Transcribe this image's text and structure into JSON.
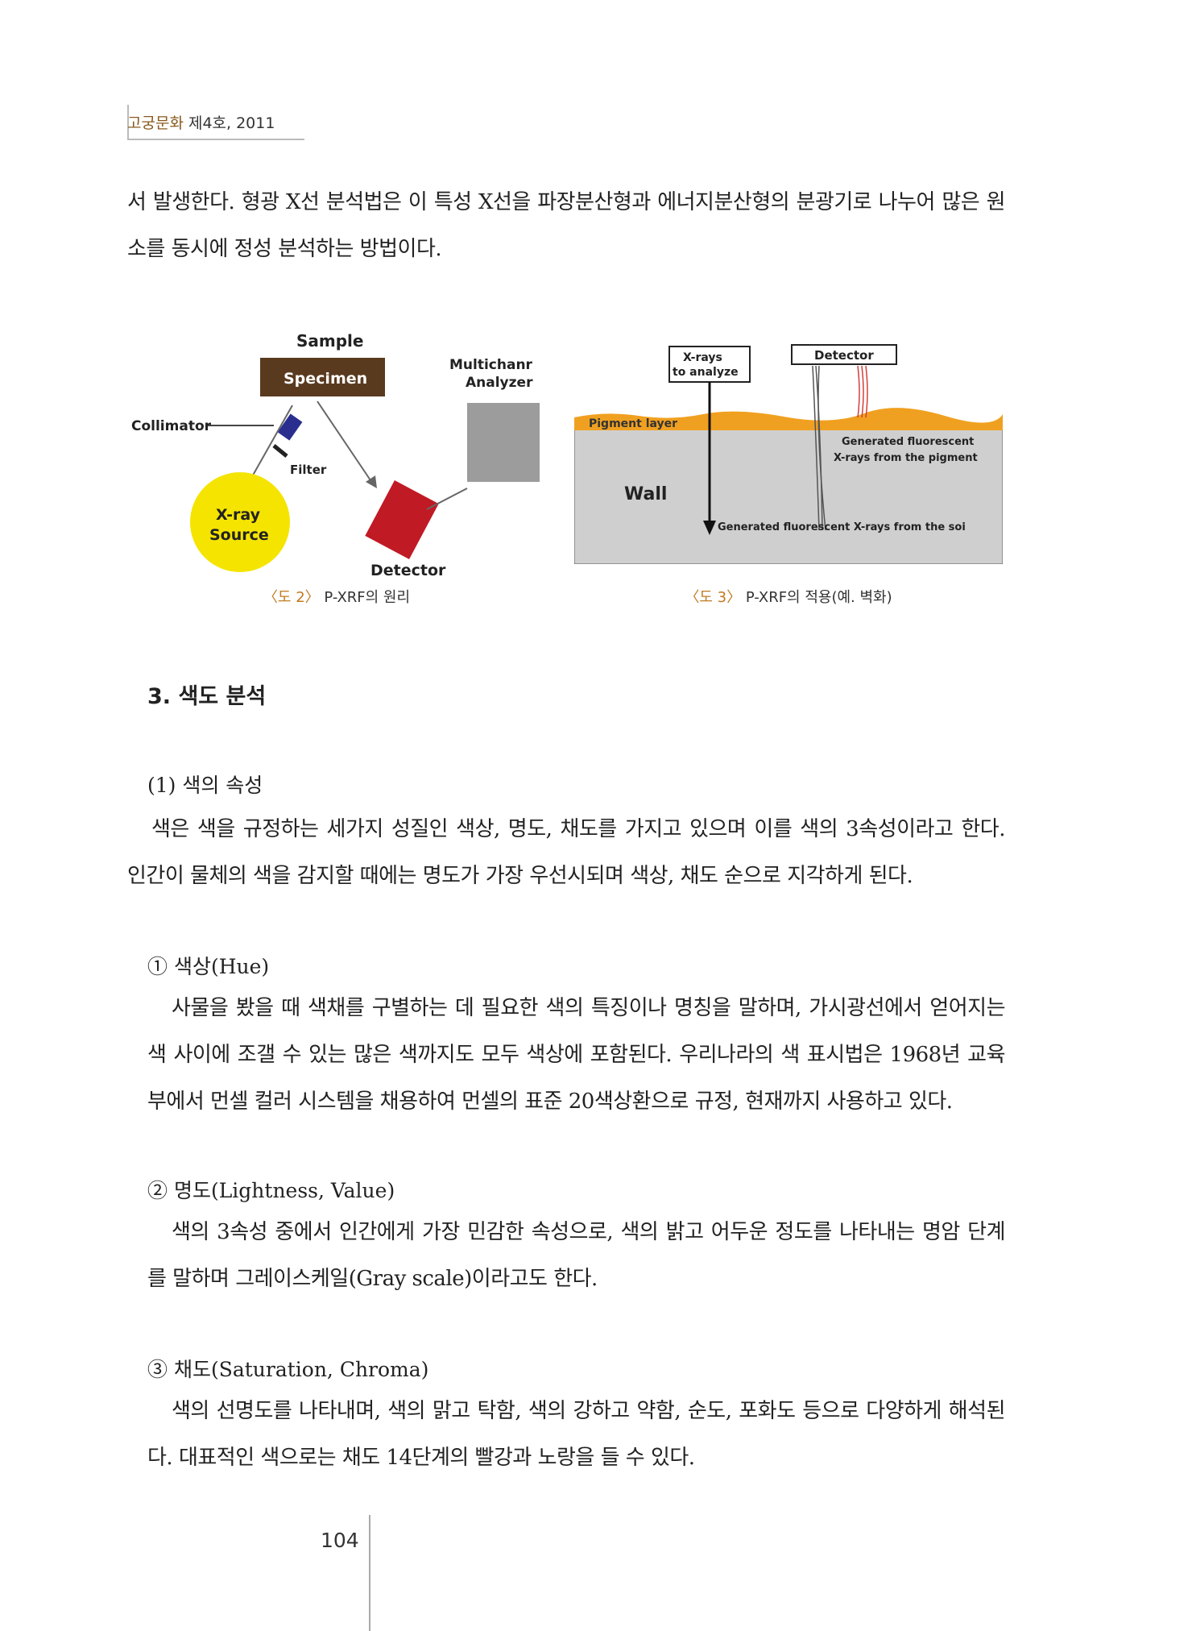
{
  "header": {
    "journal": "고궁문화",
    "issue": "제4호, 2011"
  },
  "intro_paragraph": "서 발생한다. 형광 X선 분석법은 이 특성 X선을 파장분산형과 에너지분산형의 분광기로 나누어 많은 원소를 동시에 정성 분석하는 방법이다.",
  "figure2": {
    "labels": {
      "sample": "Sample",
      "specimen": "Specimen",
      "multichannel_1": "Multichanr",
      "multichannel_2": "Analyzer",
      "collimator": "Collimator",
      "filter": "Filter",
      "xray_1": "X-ray",
      "xray_2": "Source",
      "detector": "Detector"
    },
    "caption_label": "〈도 2〉",
    "caption_text": "P-XRF의 원리",
    "colors": {
      "specimen": "#5a3a1e",
      "collimator": "#2a2f8f",
      "source": "#f5e400",
      "detector": "#c01a24",
      "analyzer": "#9c9c9c"
    }
  },
  "figure3": {
    "labels": {
      "xrays_1": "X-rays",
      "xrays_2": "to analyze",
      "detector": "Detector",
      "pigment": "Pigment layer",
      "generated_1": "Generated fluorescent",
      "generated_2": "X-rays from the pigment",
      "wall": "Wall",
      "soil": "Generated fluorescent X-rays from the soi"
    },
    "caption_label": "〈도 3〉",
    "caption_text": "P-XRF의 적용(예. 벽화)",
    "colors": {
      "pigment": "#f0a020",
      "wall": "#cfcfcf"
    }
  },
  "section": {
    "title": "3. 색도 분석"
  },
  "subsection1": {
    "title": "(1) 색의 속성",
    "paragraph": "색은 색을 규정하는 세가지 성질인 색상, 명도, 채도를 가지고 있으며 이를 색의 3속성이라고 한다. 인간이 물체의 색을 감지할 때에는 명도가 가장 우선시되며 색상, 채도 순으로 지각하게 된다."
  },
  "hue": {
    "title": "① 색상(Hue)",
    "paragraph": "사물을 봤을 때 색채를 구별하는 데 필요한 색의 특징이나 명칭을 말하며, 가시광선에서 얻어지는 색 사이에 조갤 수 있는 많은 색까지도 모두 색상에 포함된다. 우리나라의 색 표시법은 1968년 교육부에서 먼셀 컬러 시스템을 채용하여 먼셀의 표준 20색상환으로 규정, 현재까지 사용하고 있다."
  },
  "lightness": {
    "title": "② 명도(Lightness, Value)",
    "paragraph": "색의 3속성 중에서 인간에게 가장 민감한 속성으로, 색의 밝고 어두운 정도를 나타내는 명암 단계를 말하며 그레이스케일(Gray scale)이라고도 한다."
  },
  "chroma": {
    "title": "③ 채도(Saturation, Chroma)",
    "paragraph": "색의 선명도를 나타내며, 색의 맑고 탁함, 색의 강하고 약함, 순도, 포화도 등으로 다양하게 해석된다. 대표적인 색으로는 채도 14단계의 빨강과 노랑을 들 수 있다."
  },
  "footer": {
    "page_number": "104"
  }
}
